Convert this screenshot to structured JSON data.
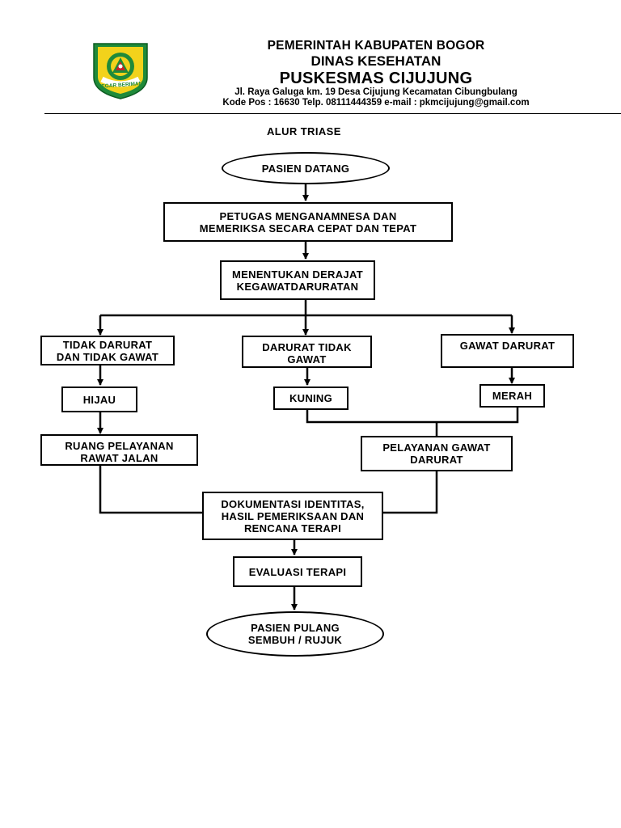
{
  "header": {
    "line1": "PEMERINTAH KABUPATEN BOGOR",
    "line2": "DINAS KESEHATAN",
    "line3": "PUSKESMAS CIJUJUNG",
    "address": "Jl. Raya Galuga km. 19 Desa Cijujung Kecamatan Cibungbulang",
    "contact": "Kode Pos : 16630 Telp. 08111444359 e-mail : pkmcijujung@gmail.com",
    "logo_text": "TEGAR BERIMAN"
  },
  "diagram_title": "ALUR TRIASE",
  "nodes": {
    "pasien_datang": "PASIEN DATANG",
    "petugas": [
      "PETUGAS MENGANAMNESA DAN",
      "MEMERIKSA SECARA CEPAT DAN TEPAT"
    ],
    "menentukan": [
      "MENENTUKAN  DERAJAT",
      "KEGAWATDARURATAN"
    ],
    "tidak_darurat": [
      "TIDAK DARURAT",
      "DAN TIDAK GAWAT"
    ],
    "darurat_tidak_gawat": [
      "DARURAT TIDAK",
      "GAWAT"
    ],
    "gawat_darurat": "GAWAT DARURAT",
    "hijau": "HIJAU",
    "kuning": "KUNING",
    "merah": "MERAH",
    "ruang_pelayanan": [
      "RUANG PELAYANAN",
      "RAWAT JALAN"
    ],
    "pelayanan_gawat": [
      "PELAYANAN GAWAT",
      "DARURAT"
    ],
    "dokumentasi": [
      "DOKUMENTASI IDENTITAS,",
      "HASIL PEMERIKSAAN DAN",
      "RENCANA TERAPI"
    ],
    "evaluasi": "EVALUASI TERAPI",
    "pasien_pulang": [
      "PASIEN PULANG",
      "SEMBUH / RUJUK"
    ]
  },
  "colors": {
    "logo_green": "#1f8a3a",
    "logo_yellow": "#f2d21b",
    "logo_red": "#c8202a",
    "line": "#000000"
  }
}
